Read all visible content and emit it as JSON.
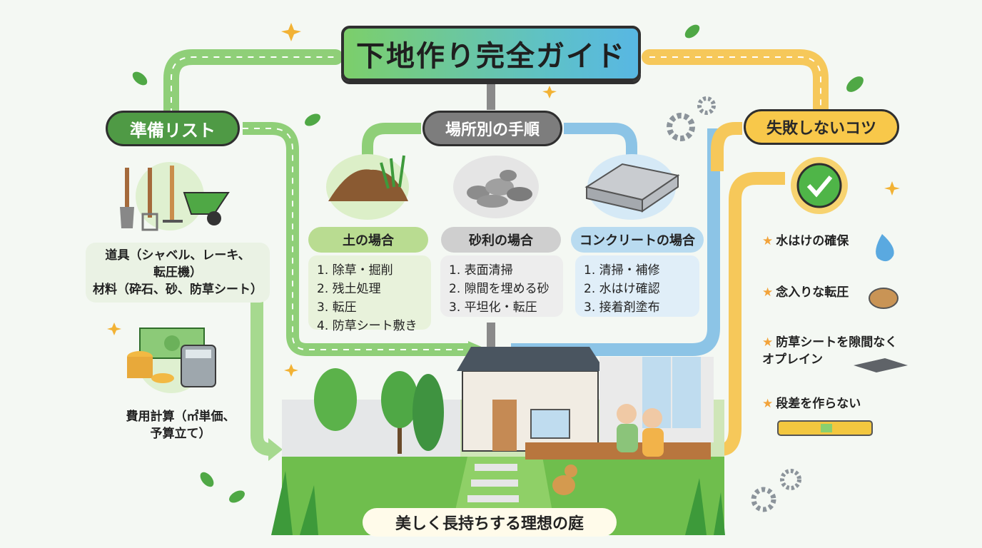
{
  "title": "下地作り完全ガイド",
  "preparation": {
    "heading": "準備リスト",
    "tools_line1": "道具（シャベル、レーキ、",
    "tools_line2": "転圧機）",
    "tools_line3": "材料（砕石、砂、防草シート）",
    "cost_line1": "費用計算（㎡単価、",
    "cost_line2": "予算立て）"
  },
  "places": {
    "heading": "場所別の手順",
    "soil": {
      "label": "土の場合",
      "steps": [
        "1. 除草・掘削",
        "2. 残土処理",
        "3. 転圧",
        "4. 防草シート敷き"
      ]
    },
    "gravel": {
      "label": "砂利の場合",
      "steps": [
        "1. 表面清掃",
        "2. 隙間を埋める砂",
        "3. 平坦化・転圧"
      ]
    },
    "concrete": {
      "label": "コンクリートの場合",
      "steps": [
        "1. 清掃・補修",
        "2. 水はけ確認",
        "3. 接着剤塗布"
      ]
    }
  },
  "tips": {
    "heading": "失敗しないコツ",
    "items": [
      "水はけの確保",
      "念入りな転圧",
      "防草シートを隙間なく",
      "オプレイン",
      "段差を作らない"
    ],
    "star": "★"
  },
  "garden_label": "美しく長持ちする理想の庭",
  "colors": {
    "green": "#7cc466",
    "gray": "#9a9a9a",
    "blue": "#8cc4e6",
    "yellow": "#f6c85a"
  }
}
